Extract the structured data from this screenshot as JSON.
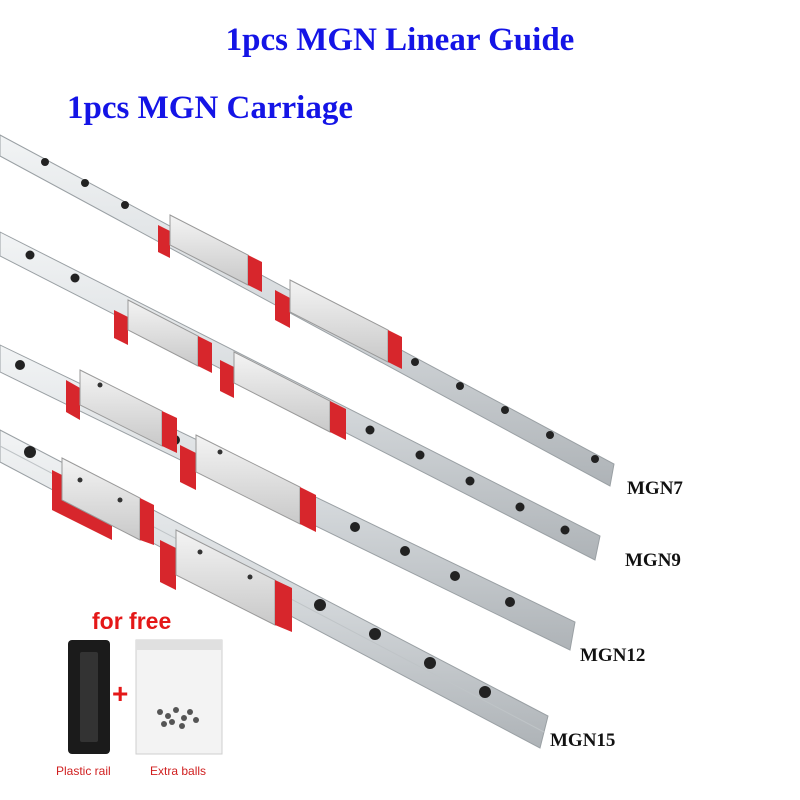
{
  "header": {
    "line1": "1pcs MGN Linear Guide",
    "line2": "1pcs MGN Carriage"
  },
  "rails": [
    {
      "label": "MGN7"
    },
    {
      "label": "MGN9"
    },
    {
      "label": "MGN12"
    },
    {
      "label": "MGN15"
    }
  ],
  "extras": {
    "free_label": "for free",
    "plus_sign": "+",
    "plastic_rail_caption": "Plastic rail",
    "extra_balls_caption": "Extra balls"
  },
  "colors": {
    "title": "#1414e6",
    "accent_red": "#e41818",
    "rail_steel": "#d9dde0",
    "carriage_body": "#e6e6e6",
    "end_cap": "#d7262c"
  }
}
